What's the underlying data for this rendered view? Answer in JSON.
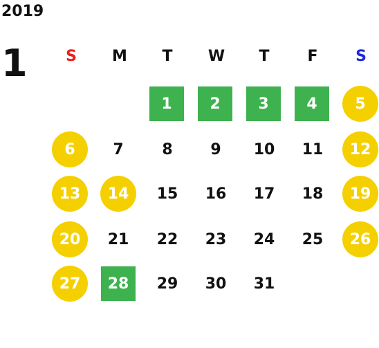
{
  "calendar": {
    "year": "2019",
    "month": "1",
    "weekdays": [
      "S",
      "M",
      "T",
      "W",
      "T",
      "F",
      "S"
    ],
    "days": [
      "1",
      "2",
      "3",
      "4",
      "5",
      "6",
      "7",
      "8",
      "9",
      "10",
      "11",
      "12",
      "13",
      "14",
      "15",
      "16",
      "17",
      "18",
      "19",
      "20",
      "21",
      "22",
      "23",
      "24",
      "25",
      "26",
      "27",
      "28",
      "29",
      "30",
      "31"
    ]
  },
  "colors": {
    "sunday_header": "#e8201c",
    "saturday_header": "#1f2bd9",
    "holiday_square": "#3db24f",
    "weekend_circle": "#f5d000",
    "text": "#111111"
  }
}
